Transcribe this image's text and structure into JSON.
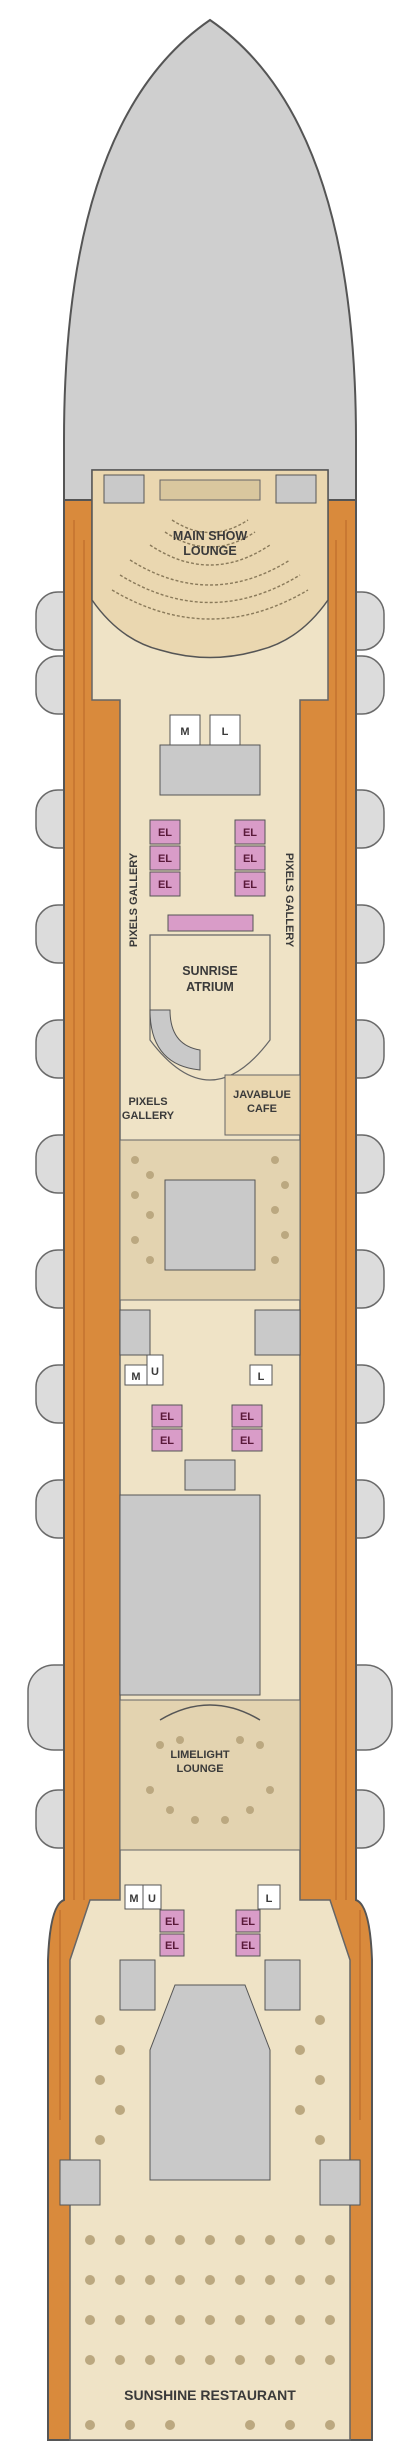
{
  "deck_plan": {
    "colors": {
      "hull_outline": "#5a5a5a",
      "bow_gray": "#cfcfcf",
      "interior_beige": "#efe3c6",
      "deck_wood": "#d98a3c",
      "deck_wood_dark": "#b8652a",
      "elevator_pink": "#d99cc8",
      "stair_gray": "#c9c9c9",
      "lifeboat_gray": "#dcdcdc",
      "venue_shading": "#e3d3b0"
    },
    "venues": {
      "main_show_lounge": "MAIN SHOW LOUNGE",
      "main_show_lounge_l1": "MAIN SHOW",
      "main_show_lounge_l2": "LOUNGE",
      "pixels_gallery_left": "PIXELS GALLERY",
      "pixels_gallery_right": "PIXELS GALLERY",
      "sunrise_atrium_l1": "SUNRISE",
      "sunrise_atrium_l2": "ATRIUM",
      "pixels_gallery_lower_l1": "PIXELS",
      "pixels_gallery_lower_l2": "GALLERY",
      "javablue_l1": "JAVABLUE",
      "javablue_l2": "CAFE",
      "limelight_l1": "LIMELIGHT",
      "limelight_l2": "LOUNGE",
      "sunshine_restaurant": "SUNSHINE RESTAURANT"
    },
    "restrooms": {
      "men": "M",
      "ladies": "L",
      "unisex": "U"
    },
    "elevator_label": "EL"
  }
}
